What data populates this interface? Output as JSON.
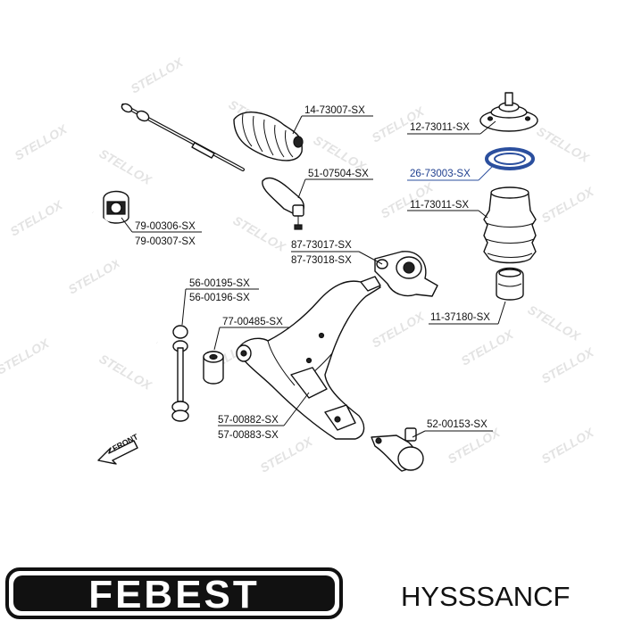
{
  "watermark_text": "STELLOX",
  "front_label": "FRONT",
  "labels": {
    "p14_73007": "14-73007-SX",
    "p12_73011_top": "12-73011-SX",
    "p26_73003": "26-73003-SX",
    "p51_07504": "51-07504-SX",
    "p11_73011": "11-73011-SX",
    "p79_00306": "79-00306-SX",
    "p79_00307": "79-00307-SX",
    "p87_73017": "87-73017-SX",
    "p87_73018": "87-73018-SX",
    "p56_00195": "56-00195-SX",
    "p56_00196": "56-00196-SX",
    "p11_37180": "11-37180-SX",
    "p77_00485": "77-00485-SX",
    "p57_00882": "57-00882-SX",
    "p57_00883": "57-00883-SX",
    "p52_00153": "52-00153-SX"
  },
  "brand": {
    "logo_text": "FEBEST",
    "code": "HYSSSANCF"
  },
  "colors": {
    "highlight_label": "#1f3f8f",
    "highlight_ring": "#2b4f9e",
    "watermark": "#e3e3e3",
    "ink": "#111111"
  }
}
